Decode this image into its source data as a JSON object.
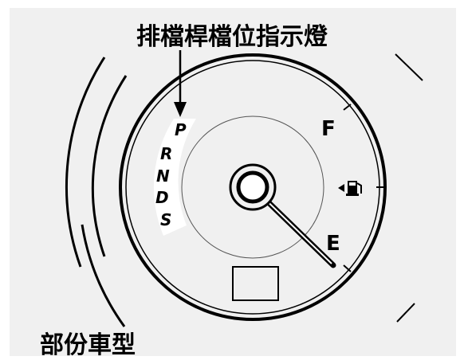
{
  "callout_title": "排檔桿檔位指示燈",
  "footnote": "部份車型",
  "gear_positions": [
    "P",
    "R",
    "N",
    "D",
    "S"
  ],
  "fuel_marks": {
    "full": "F",
    "empty": "E"
  },
  "icons": {
    "fuel_pump": "fuel-pump-icon",
    "warning_light": "warning-light-icon"
  },
  "colors": {
    "background": "#f0f0f0",
    "gear_strip": "#ffffff",
    "ink": "#000000"
  }
}
